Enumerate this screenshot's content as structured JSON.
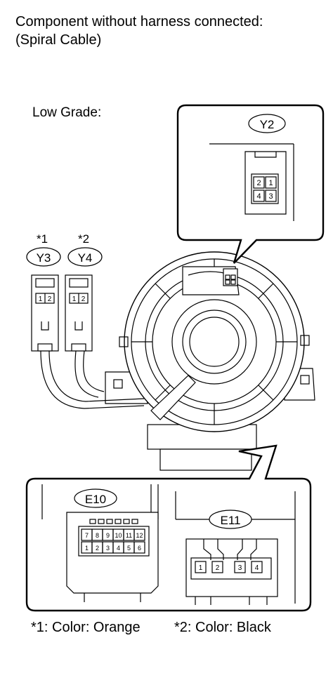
{
  "header": {
    "title_line1": "Component without harness connected:",
    "title_line2": "(Spiral Cable)",
    "grade_label": "Low Grade:"
  },
  "connectors": {
    "y2": {
      "id": "Y2",
      "pins": [
        "2",
        "1",
        "4",
        "3"
      ]
    },
    "y3": {
      "id": "Y3",
      "note": "*1",
      "pins": [
        "1",
        "2"
      ]
    },
    "y4": {
      "id": "Y4",
      "note": "*2",
      "pins": [
        "1",
        "2"
      ]
    },
    "e10": {
      "id": "E10",
      "pins_top": [
        "7",
        "8",
        "9",
        "10",
        "11",
        "12"
      ],
      "pins_bottom": [
        "1",
        "2",
        "3",
        "4",
        "5",
        "6"
      ]
    },
    "e11": {
      "id": "E11",
      "pins": [
        "1",
        "2",
        "3",
        "4"
      ]
    }
  },
  "footnotes": {
    "note1": "*1: Color: Orange",
    "note2": "*2: Color: Black"
  }
}
